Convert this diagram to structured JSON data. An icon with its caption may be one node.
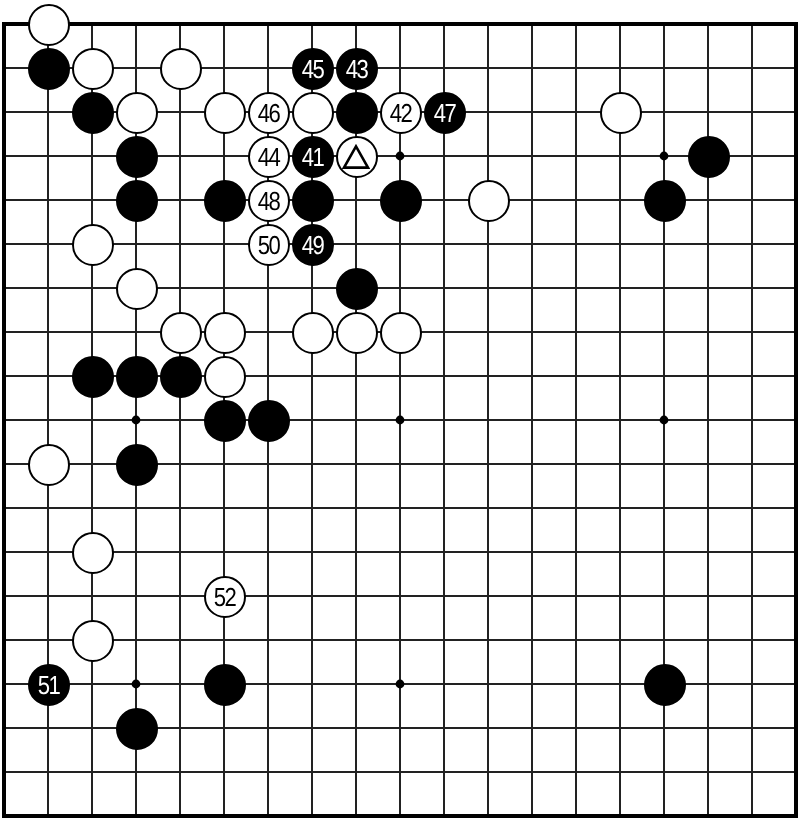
{
  "diagram": {
    "nodes": [
      {
        "text": [],
        "shape": "circle"
      },
      {
        "text": [],
        "shape": "circle"
      },
      {
        "text": [],
        "shape": "circle"
      },
      {
        "text": [],
        "shape": "circle"
      },
      {
        "text": [
          "45"
        ]
      },
      {
        "text": [
          "43"
        ]
      },
      {
        "text": [],
        "shape": "circle"
      },
      {
        "text": [],
        "shape": "circle"
      },
      {
        "text": [],
        "shape": "circle"
      },
      {
        "text": [
          "46"
        ]
      },
      {
        "text": [],
        "shape": "circle"
      },
      {
        "text": [],
        "shape": "circle"
      },
      {
        "text": [
          "42"
        ]
      },
      {
        "text": [
          "47"
        ]
      },
      {
        "text": [],
        "shape": "circle"
      },
      {
        "text": [],
        "shape": "circle"
      },
      {
        "text": [
          "44"
        ]
      },
      {
        "text": [
          "41"
        ]
      },
      {
        "text": [],
        "shape": "circle"
      },
      {
        "text": [],
        "shape": "circle"
      },
      {
        "text": [],
        "shape": "circle"
      },
      {
        "text": [],
        "shape": "circle"
      },
      {
        "text": [
          "48"
        ]
      },
      {
        "text": [],
        "shape": "circle"
      },
      {
        "text": [],
        "shape": "circle"
      },
      {
        "text": [],
        "shape": "circle"
      },
      {
        "text": [],
        "shape": "circle"
      },
      {
        "text": [],
        "shape": "circle"
      },
      {
        "text": [
          "50"
        ]
      },
      {
        "text": [
          "49"
        ]
      },
      {
        "text": [],
        "shape": "circle"
      },
      {
        "text": [],
        "shape": "circle"
      },
      {
        "text": [],
        "shape": "circle"
      },
      {
        "text": [],
        "shape": "circle"
      },
      {
        "text": [],
        "shape": "circle"
      },
      {
        "text": [],
        "shape": "circle"
      },
      {
        "text": [],
        "shape": "circle"
      },
      {
        "text": [],
        "shape": "circle"
      },
      {
        "text": [],
        "shape": "circle"
      },
      {
        "text": [],
        "shape": "circle"
      },
      {
        "text": [],
        "shape": "circle"
      },
      {
        "text": [],
        "shape": "circle"
      },
      {
        "text": [],
        "shape": "circle"
      },
      {
        "text": [],
        "shape": "circle"
      },
      {
        "text": [],
        "shape": "circle"
      },
      {
        "text": [],
        "shape": "circle"
      },
      {
        "text": [
          "52"
        ]
      },
      {
        "text": [],
        "shape": "circle"
      },
      {
        "text": [
          "51"
        ]
      },
      {
        "text": [],
        "shape": "circle"
      },
      {
        "text": [],
        "shape": "circle"
      },
      {
        "text": [],
        "shape": "circle"
      }
    ]
  }
}
